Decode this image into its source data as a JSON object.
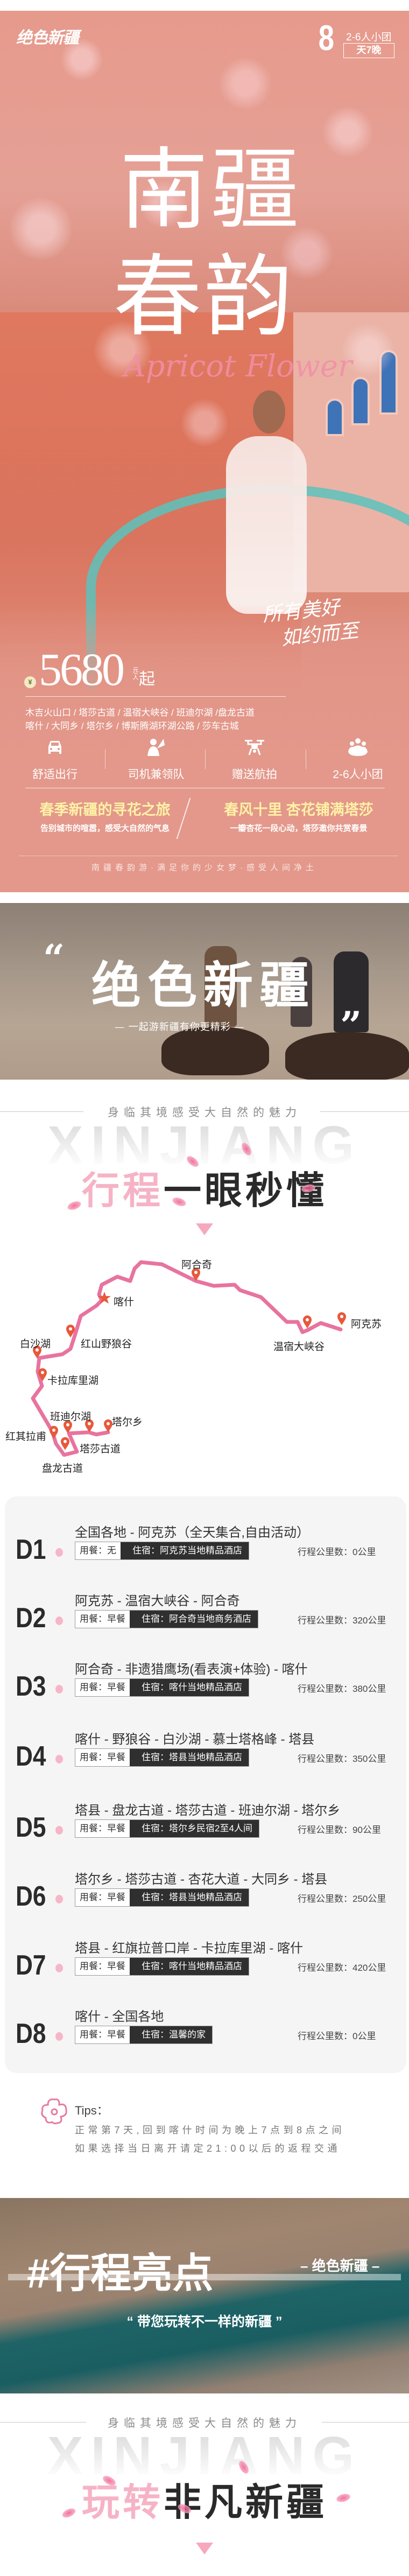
{
  "hero": {
    "logo_text": "绝色新疆",
    "days_number": "8",
    "group_size": "2-6人小团",
    "days_suffix": "天7晚",
    "title_line1": "南疆",
    "title_line2": "春韵",
    "script_text": "Apricot Flower",
    "handwriting_line1": "所有美好",
    "handwriting_line2": "如约而至",
    "price": {
      "currency": "¥",
      "amount": "5680",
      "unit": "元/人",
      "suffix": "起"
    },
    "attractions": [
      "木吉火山口 / 塔莎古道 / 温宿大峡谷 / 班迪尔湖 /盘龙古道",
      "喀什 / 大同乡 / 塔尔乡 / 博斯腾湖环湖公路 / 莎车古城"
    ],
    "features": [
      {
        "icon": "car-icon",
        "label": "舒适出行"
      },
      {
        "icon": "guide-flag-icon",
        "label": "司机兼领队"
      },
      {
        "icon": "drone-icon",
        "label": "赠送航拍"
      },
      {
        "icon": "group-icon",
        "label": "2-6人小团"
      }
    ],
    "slogans": [
      {
        "title": "春季新疆的寻花之旅",
        "sub": "告别城市的喧嚣，感受大自然的气息"
      },
      {
        "title": "春风十里 杏花铺满塔莎",
        "sub": "一瓣杏花一段心动，塔莎邀你共赏春景"
      }
    ],
    "footer": "南疆春韵游·满足你的少女梦·感受人间净土",
    "slogan_color": "#fff2a6"
  },
  "banner": {
    "quote_open": "“",
    "quote_close": "”",
    "title": "绝色新疆",
    "subtitle": "— 一起游新疆有你更精彩 —"
  },
  "section_overview": {
    "tagline": "身临其境感受大自然的魅力",
    "ghost": "XINJIANG",
    "title_pink": "行程",
    "title_dark": "一眼秒懂"
  },
  "map": {
    "route_color": "#e8739f",
    "pin_color": "#e8583a",
    "labels": [
      "阿合奇",
      "喀什",
      "白沙湖",
      "红山野狼谷",
      "卡拉库里湖",
      "班迪尔湖",
      "塔尔乡",
      "红其拉甫",
      "塔莎古道",
      "盘龙古道",
      "温宿大峡谷",
      "阿克苏"
    ]
  },
  "itinerary": {
    "days": [
      {
        "day": "D1",
        "title": "全国各地 - 阿克苏（全天集合,自由活动）",
        "meal": "用餐：无",
        "hotel": "住宿：阿克苏当地精品酒店",
        "distance": "行程公里数：0公里"
      },
      {
        "day": "D2",
        "title": "阿克苏 - 温宿大峡谷 - 阿合奇",
        "meal": "用餐：早餐",
        "hotel": "住宿：阿合奇当地商务酒店",
        "distance": "行程公里数：320公里"
      },
      {
        "day": "D3",
        "title": "阿合奇  - 非遗猎鹰场(看表演+体验) - 喀什",
        "meal": "用餐：早餐",
        "hotel": "住宿：喀什当地精品酒店",
        "distance": "行程公里数：380公里"
      },
      {
        "day": "D4",
        "title": "喀什 - 野狼谷 - 白沙湖 - 慕士塔格峰 - 塔县",
        "meal": "用餐：早餐",
        "hotel": "住宿：塔县当地精品酒店",
        "distance": "行程公里数：350公里"
      },
      {
        "day": "D5",
        "title": "塔县 - 盘龙古道 - 塔莎古道 - 班迪尔湖 - 塔尔乡",
        "meal": "用餐：早餐",
        "hotel": "住宿：塔尔乡民宿2至4人间",
        "distance": "行程公里数：90公里"
      },
      {
        "day": "D6",
        "title": "塔尔乡 - 塔莎古道 - 杏花大道 - 大同乡 - 塔县",
        "meal": "用餐：早餐",
        "hotel": "住宿：塔县当地精品酒店",
        "distance": "行程公里数：250公里"
      },
      {
        "day": "D7",
        "title": "塔县 - 红旗拉普口岸 - 卡拉库里湖 - 喀什",
        "meal": "用餐：早餐",
        "hotel": "住宿：喀什当地精品酒店",
        "distance": "行程公里数：420公里"
      },
      {
        "day": "D8",
        "title": "喀什 - 全国各地",
        "meal": "用餐：早餐",
        "hotel": "住宿：温馨的家",
        "distance": "行程公里数：0公里"
      }
    ]
  },
  "tips": {
    "title": "Tips：",
    "lines": [
      "正常第7天,回到喀什时间为晚上7点到8点之间",
      "如果选择当日离开请定21:00以后的返程交通"
    ]
  },
  "highlights": {
    "title": "#行程亮点",
    "tag": "– 绝色新疆 –",
    "quote": "“ 带您玩转不一样的新疆 ”"
  },
  "section_fun": {
    "tagline": "身临其境感受大自然的魅力",
    "ghost": "XINJIANG",
    "title_pink": "玩转",
    "title_dark": "非凡新疆"
  }
}
